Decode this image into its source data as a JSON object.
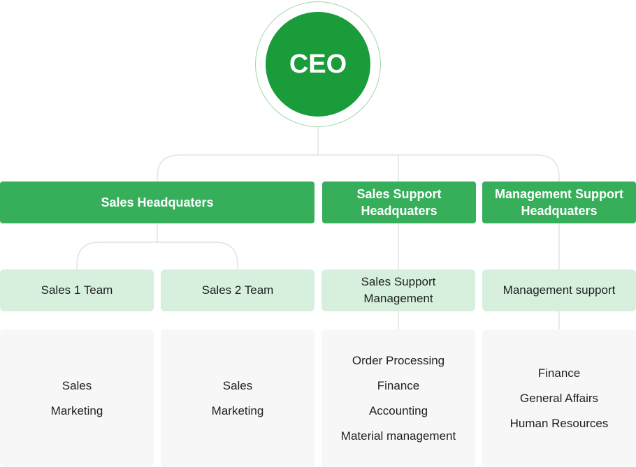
{
  "ceo": {
    "label": "CEO"
  },
  "headquarters": [
    {
      "label": "Sales Headquaters"
    },
    {
      "label": "Sales Support\nHeadquaters"
    },
    {
      "label": "Management Support\nHeadquaters"
    }
  ],
  "teams": [
    {
      "label": "Sales 1 Team",
      "duties": [
        "Sales",
        "Marketing"
      ]
    },
    {
      "label": "Sales 2 Team",
      "duties": [
        "Sales",
        "Marketing"
      ]
    },
    {
      "label": "Sales Support\nManagement",
      "duties": [
        "Order Processing",
        "Finance",
        "Accounting",
        "Material management"
      ]
    },
    {
      "label": "Management support",
      "duties": [
        "Finance",
        "General Affairs",
        "Human Resources"
      ]
    }
  ],
  "colors": {
    "ceo": "#1a9c3a",
    "headquarters": "#36ae5a",
    "team": "#d6f0dd",
    "duty": "#f7f7f7",
    "connector": "#e2e2e2"
  }
}
